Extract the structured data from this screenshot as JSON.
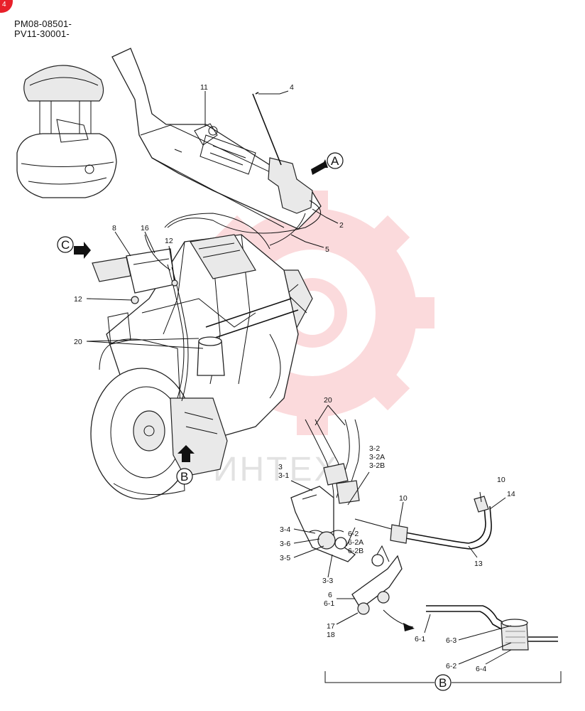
{
  "header": {
    "serial_line_1": "PM08-08501-",
    "serial_line_2": "PV11-30001-"
  },
  "watermark": {
    "text": "ИНТЕХ",
    "color": "#e8202a"
  },
  "corner_badge": {
    "text": "4",
    "color": "#e8202a"
  },
  "callouts": {
    "view_a": "A",
    "view_b": "B",
    "view_c": "C",
    "view_b_detail": "B"
  },
  "labels": {
    "n4": "4",
    "n11": "11",
    "n2": "2",
    "n5": "5",
    "n8": "8",
    "n16": "16",
    "n12a": "12",
    "n12b": "12",
    "n20a": "20",
    "n20b": "20",
    "n3": "3",
    "n3_1": "3-1",
    "n3_2": "3-2",
    "n3_2a": "3-2A",
    "n3_2b": "3-2B",
    "n3_4": "3-4",
    "n3_6": "3-6",
    "n3_5": "3-5",
    "n3_3": "3-3",
    "n6_2": "6-2",
    "n6_2a": "6-2A",
    "n6_2b": "6-2B",
    "n10a": "10",
    "n10b": "10",
    "n14": "14",
    "n13": "13",
    "n6": "6",
    "n6_1": "6-1",
    "n17": "17",
    "n18": "18",
    "n6_1d": "6-1",
    "n6_3": "6-3",
    "n6_2d": "6-2",
    "n6_4": "6-4"
  }
}
